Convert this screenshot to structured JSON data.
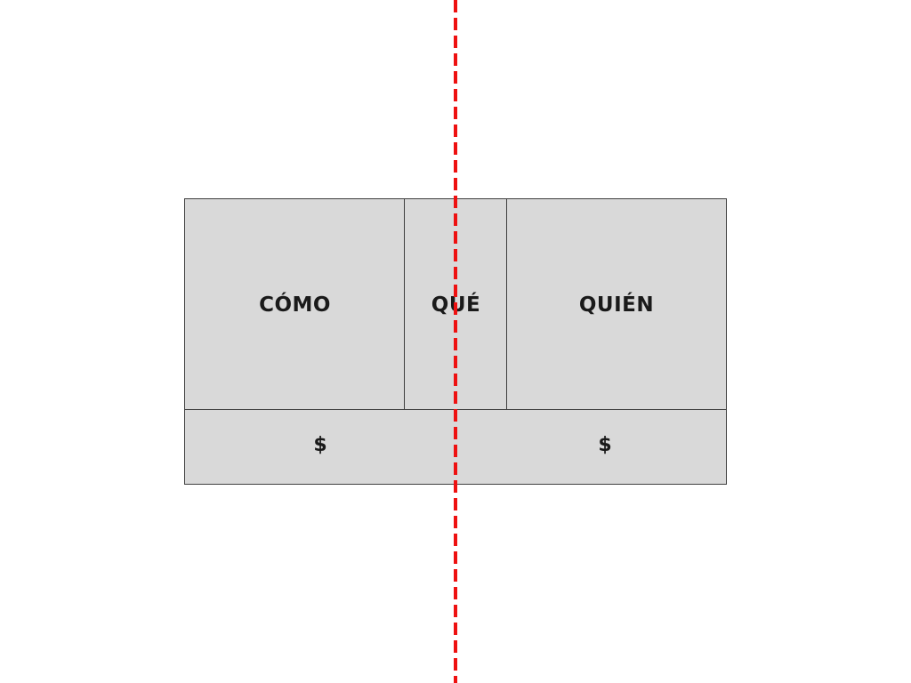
{
  "diagram": {
    "box_fill": "#d9d9d9",
    "border_color": "#3f3f3f",
    "divider_color": "#ee1111",
    "top_row": {
      "left_label": "CÓMO",
      "center_label": "QUÉ",
      "right_label": "QUIÉN"
    },
    "bottom_row": {
      "left_label": "$",
      "right_label": "$"
    }
  }
}
